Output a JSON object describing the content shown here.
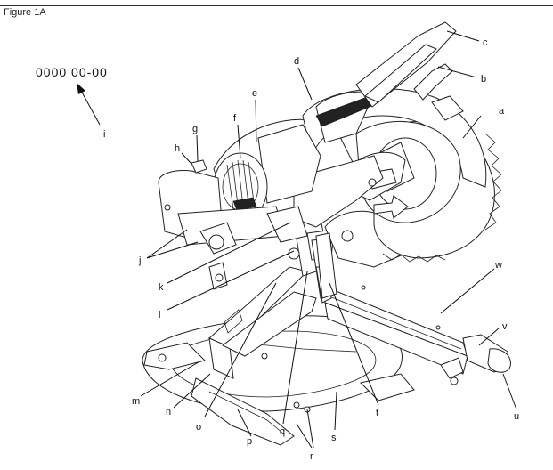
{
  "figure": {
    "title": "Figure 1A"
  },
  "code_label": "0000  00-00",
  "callouts": [
    "a",
    "b",
    "c",
    "d",
    "e",
    "f",
    "g",
    "h",
    "i",
    "j",
    "k",
    "l",
    "m",
    "n",
    "o",
    "p",
    "q",
    "r",
    "s",
    "t",
    "u",
    "v",
    "w"
  ]
}
